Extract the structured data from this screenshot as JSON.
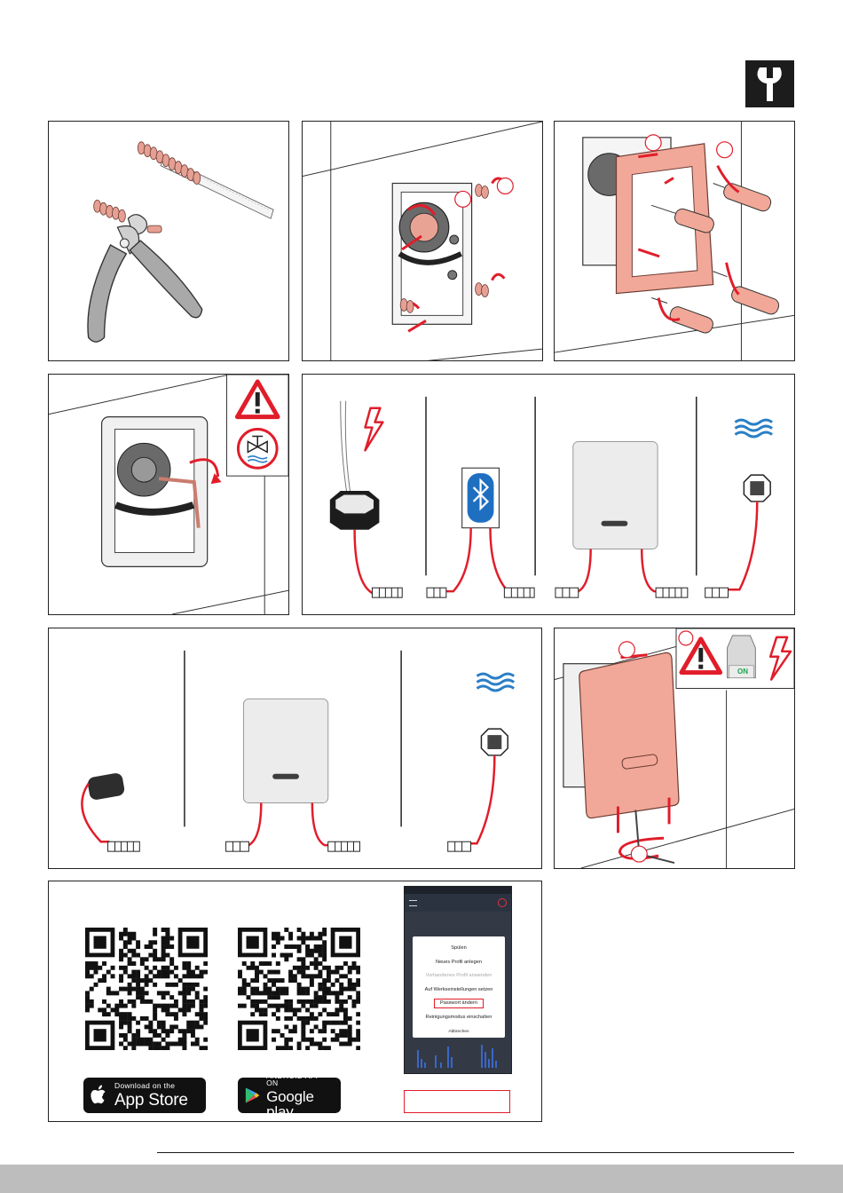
{
  "document": {
    "section_icon": "wrench-icon"
  },
  "steps": [
    {
      "id": "step-1",
      "illustration": "pliers cutting rubber plug strip"
    },
    {
      "id": "step-2",
      "illustration": "remove protective caps and screws",
      "circle_labels": [
        "",
        ""
      ]
    },
    {
      "id": "step-3",
      "illustration": "mount frame with four screwdrivers",
      "circle_labels": [
        "",
        ""
      ]
    },
    {
      "id": "step-4",
      "illustration": "open valve with hex key",
      "warning_icon": "warning-triangle-icon",
      "valve_icon": "valve-water-icon"
    },
    {
      "id": "step-5",
      "illustration": "connect power supply, bluetooth module, control unit, valve",
      "icons": [
        "lightning-icon",
        "bluetooth-icon",
        "water-icon"
      ]
    },
    {
      "id": "step-6",
      "illustration": "connect battery pack, control unit, valve",
      "icons": [
        "water-icon"
      ]
    },
    {
      "id": "step-7",
      "illustration": "attach cover plate and switch on",
      "switch_label": "ON",
      "icons": [
        "warning-triangle-icon",
        "lightning-icon"
      ]
    },
    {
      "id": "step-8",
      "illustration": "app download"
    }
  ],
  "app": {
    "app_store": {
      "small": "Download on the",
      "big": "App Store"
    },
    "google_play": {
      "small": "ANDROID APP ON",
      "big": "Google play"
    },
    "phone": {
      "menu_items": [
        "Spülen",
        "Neues Profil anlegen",
        "Vorhandenes Profil anwenden",
        "Auf Werkseinstellungen setzen",
        "Passwort ändern",
        "Reinigungsmodus einschalten",
        "Abbrechen"
      ],
      "highlighted_index": 4,
      "disabled_index": 2
    }
  },
  "colors": {
    "accent_red": "#e11d2a",
    "salmon": "#f1a898",
    "ink": "#1a1a1a",
    "water_blue": "#2a7fc6",
    "footer_gray": "#bdbdbd"
  }
}
